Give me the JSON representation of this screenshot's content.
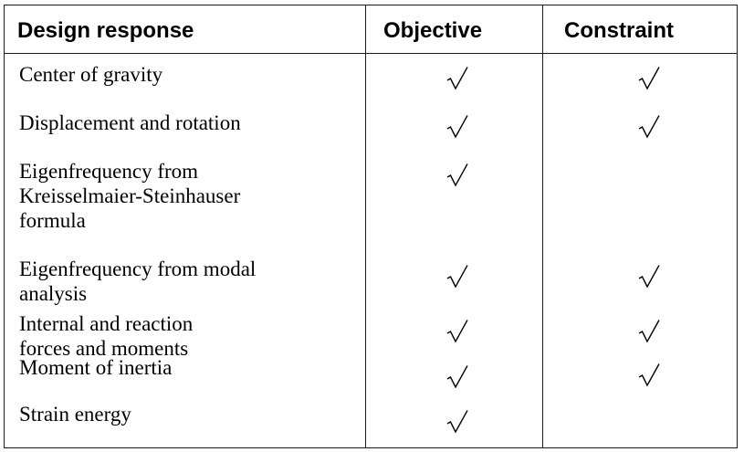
{
  "table": {
    "headers": {
      "design_response": "Design response",
      "objective": "Objective",
      "constraint": "Constraint"
    },
    "rows": [
      {
        "label": "Center of gravity",
        "objective": true,
        "constraint": true
      },
      {
        "label": "Displacement and rotation",
        "objective": true,
        "constraint": true
      },
      {
        "label": "Eigenfrequency from\nKreisselmaier-Steinhauser\nformula",
        "objective": true,
        "constraint": false
      },
      {
        "label": "Eigenfrequency from modal\nanalysis",
        "objective": true,
        "constraint": true
      },
      {
        "label": "Internal and reaction\nforces and moments",
        "objective": true,
        "constraint": true
      },
      {
        "label": "Moment of inertia",
        "objective": true,
        "constraint": true
      },
      {
        "label": "Strain energy",
        "objective": true,
        "constraint": false
      }
    ],
    "check_glyph": "√"
  }
}
